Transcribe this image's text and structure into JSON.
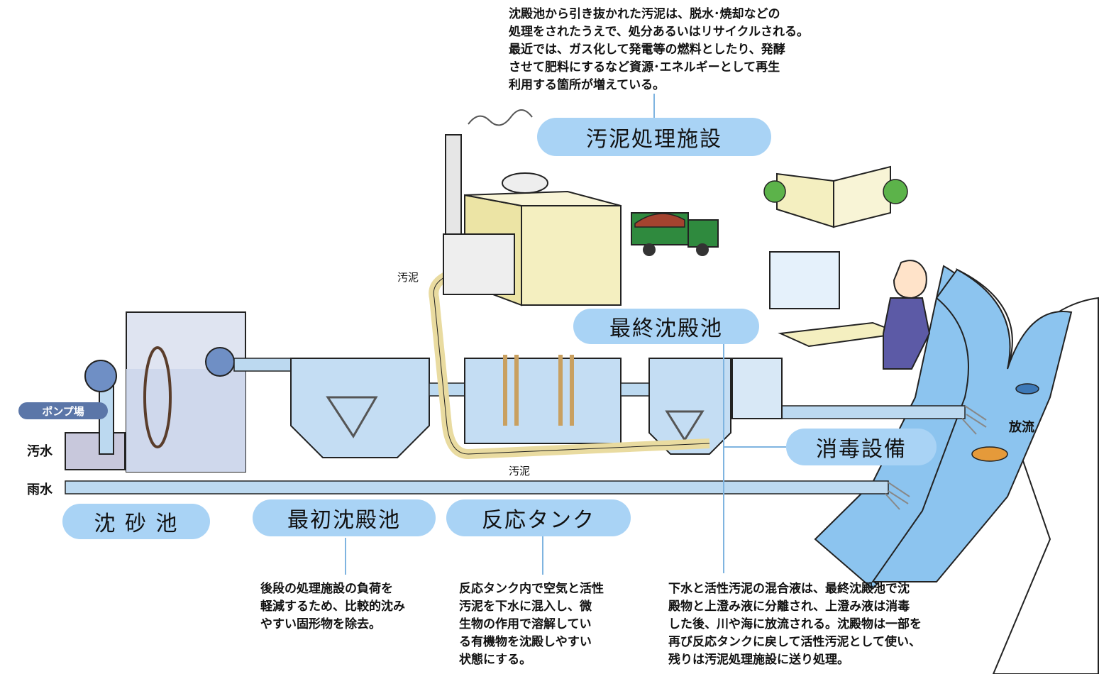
{
  "top_note": "沈殿池から引き抜かれた汚泥は、脱水･焼却などの\n処理をされたうえで、処分あるいはリサイクルされる。\n最近では、ガス化して発電等の燃料としたり、発酵\nさせて肥料にするなど資源･エネルギーとして再生\n利用する箇所が増えている。",
  "labels": {
    "sludge_facility": "汚泥処理施設",
    "final_sedimentation": "最終沈殿池",
    "disinfection": "消毒設備",
    "grit_chamber": "沈 砂 池",
    "primary_sedimentation": "最初沈殿池",
    "reaction_tank": "反応タンク"
  },
  "descriptions": {
    "primary": "後段の処理施設の負荷を\n軽減するため、比較的沈み\nやすい固形物を除去。",
    "reaction": "反応タンク内で空気と活性\n汚泥を下水に混入し、微\n生物の作用で溶解してい\nる有機物を沈殿しやすい\n状態にする。",
    "final": "下水と活性汚泥の混合液は、最終沈殿池で沈\n殿物と上澄み液に分離され、上澄み液は消毒\nした後、川や海に放流される。沈殿物は一部を\n再び反応タンクに戻して活性汚泥として使い、\n残りは汚泥処理施設に送り処理。"
  },
  "small_labels": {
    "sludge_upper": "汚泥",
    "sludge_lower": "汚泥",
    "pump_station": "ポンプ場",
    "sewage": "汚水",
    "rainwater": "雨水",
    "discharge": "放流"
  },
  "colors": {
    "pill": "#a9d3f5",
    "pipe": "#bcd9f0",
    "water": "#9ec9ee",
    "building": "#f4efc0",
    "river": "#8cc4ef"
  }
}
